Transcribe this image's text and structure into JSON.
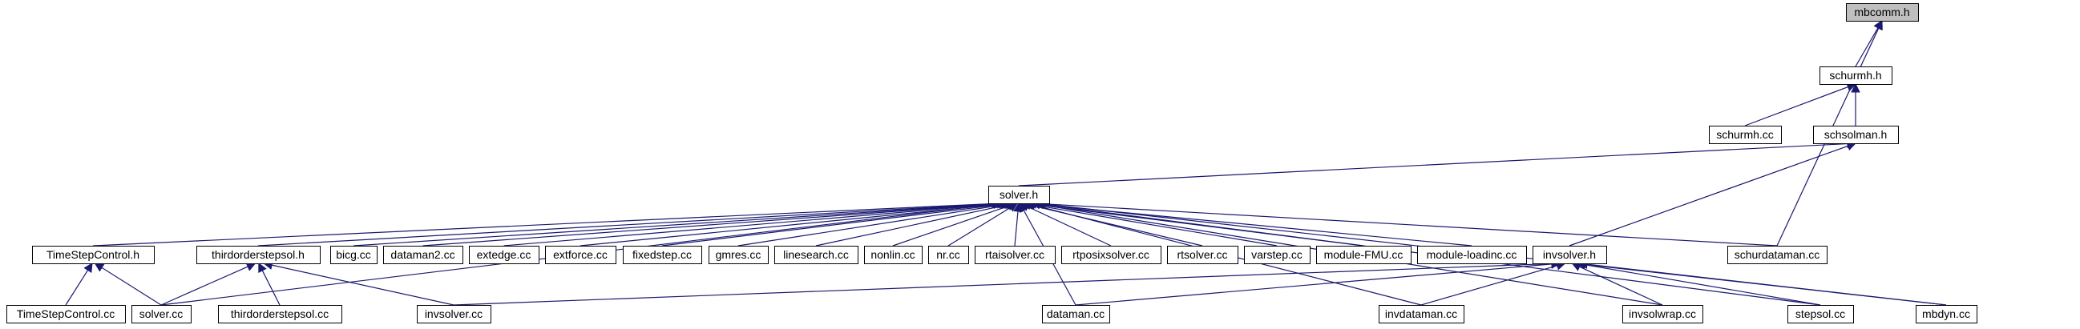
{
  "graph": {
    "nodes": [
      {
        "id": "mbcomm_h",
        "label": "mbcomm.h",
        "root": true
      },
      {
        "id": "schurmh_h",
        "label": "schurmh.h"
      },
      {
        "id": "schurmh_cc",
        "label": "schurmh.cc"
      },
      {
        "id": "schsolman_h",
        "label": "schsolman.h"
      },
      {
        "id": "solver_h",
        "label": "solver.h"
      },
      {
        "id": "TimeStepControl_h",
        "label": "TimeStepControl.h"
      },
      {
        "id": "thirdorderstepsol_h",
        "label": "thirdorderstepsol.h"
      },
      {
        "id": "bicg_cc",
        "label": "bicg.cc"
      },
      {
        "id": "dataman2_cc",
        "label": "dataman2.cc"
      },
      {
        "id": "extedge_cc",
        "label": "extedge.cc"
      },
      {
        "id": "extforce_cc",
        "label": "extforce.cc"
      },
      {
        "id": "fixedstep_cc",
        "label": "fixedstep.cc"
      },
      {
        "id": "gmres_cc",
        "label": "gmres.cc"
      },
      {
        "id": "linesearch_cc",
        "label": "linesearch.cc"
      },
      {
        "id": "nonlin_cc",
        "label": "nonlin.cc"
      },
      {
        "id": "nr_cc",
        "label": "nr.cc"
      },
      {
        "id": "rtaisolver_cc",
        "label": "rtaisolver.cc"
      },
      {
        "id": "rtposixsolver_cc",
        "label": "rtposixsolver.cc"
      },
      {
        "id": "rtsolver_cc",
        "label": "rtsolver.cc"
      },
      {
        "id": "varstep_cc",
        "label": "varstep.cc"
      },
      {
        "id": "module_FMU_cc",
        "label": "module-FMU.cc"
      },
      {
        "id": "module_loadinc_cc",
        "label": "module-loadinc.cc"
      },
      {
        "id": "invsolver_h",
        "label": "invsolver.h"
      },
      {
        "id": "schurdataman_cc",
        "label": "schurdataman.cc"
      },
      {
        "id": "TimeStepControl_cc",
        "label": "TimeStepControl.cc"
      },
      {
        "id": "solver_cc",
        "label": "solver.cc"
      },
      {
        "id": "thirdorderstepsol_cc",
        "label": "thirdorderstepsol.cc"
      },
      {
        "id": "invsolver_cc",
        "label": "invsolver.cc"
      },
      {
        "id": "dataman_cc",
        "label": "dataman.cc"
      },
      {
        "id": "invdataman_cc",
        "label": "invdataman.cc"
      },
      {
        "id": "invsolwrap_cc",
        "label": "invsolwrap.cc"
      },
      {
        "id": "stepsol_cc",
        "label": "stepsol.cc"
      },
      {
        "id": "mbdyn_cc",
        "label": "mbdyn.cc"
      }
    ],
    "edges": [
      {
        "from": "schurmh_h",
        "to": "mbcomm_h"
      },
      {
        "from": "schurdataman_cc",
        "to": "mbcomm_h"
      },
      {
        "from": "schurmh_cc",
        "to": "schurmh_h"
      },
      {
        "from": "schsolman_h",
        "to": "schurmh_h"
      },
      {
        "from": "solver_h",
        "to": "schsolman_h"
      },
      {
        "from": "invsolver_h",
        "to": "schsolman_h"
      },
      {
        "from": "TimeStepControl_h",
        "to": "solver_h"
      },
      {
        "from": "thirdorderstepsol_h",
        "to": "solver_h"
      },
      {
        "from": "bicg_cc",
        "to": "solver_h"
      },
      {
        "from": "dataman2_cc",
        "to": "solver_h"
      },
      {
        "from": "extedge_cc",
        "to": "solver_h"
      },
      {
        "from": "extforce_cc",
        "to": "solver_h"
      },
      {
        "from": "fixedstep_cc",
        "to": "solver_h"
      },
      {
        "from": "gmres_cc",
        "to": "solver_h"
      },
      {
        "from": "linesearch_cc",
        "to": "solver_h"
      },
      {
        "from": "nonlin_cc",
        "to": "solver_h"
      },
      {
        "from": "nr_cc",
        "to": "solver_h"
      },
      {
        "from": "rtaisolver_cc",
        "to": "solver_h"
      },
      {
        "from": "rtposixsolver_cc",
        "to": "solver_h"
      },
      {
        "from": "rtsolver_cc",
        "to": "solver_h"
      },
      {
        "from": "varstep_cc",
        "to": "solver_h"
      },
      {
        "from": "module_FMU_cc",
        "to": "solver_h"
      },
      {
        "from": "module_loadinc_cc",
        "to": "solver_h"
      },
      {
        "from": "schurdataman_cc",
        "to": "solver_h"
      },
      {
        "from": "solver_cc",
        "to": "solver_h"
      },
      {
        "from": "dataman_cc",
        "to": "solver_h"
      },
      {
        "from": "invdataman_cc",
        "to": "solver_h"
      },
      {
        "from": "invsolwrap_cc",
        "to": "solver_h"
      },
      {
        "from": "stepsol_cc",
        "to": "solver_h"
      },
      {
        "from": "mbdyn_cc",
        "to": "solver_h"
      },
      {
        "from": "TimeStepControl_cc",
        "to": "TimeStepControl_h"
      },
      {
        "from": "solver_cc",
        "to": "TimeStepControl_h"
      },
      {
        "from": "solver_cc",
        "to": "thirdorderstepsol_h"
      },
      {
        "from": "thirdorderstepsol_cc",
        "to": "thirdorderstepsol_h"
      },
      {
        "from": "invsolver_cc",
        "to": "thirdorderstepsol_h"
      },
      {
        "from": "invsolver_cc",
        "to": "invsolver_h"
      },
      {
        "from": "dataman_cc",
        "to": "invsolver_h"
      },
      {
        "from": "invdataman_cc",
        "to": "invsolver_h"
      },
      {
        "from": "invsolwrap_cc",
        "to": "invsolver_h"
      },
      {
        "from": "stepsol_cc",
        "to": "invsolver_h"
      },
      {
        "from": "mbdyn_cc",
        "to": "invsolver_h"
      }
    ],
    "colors": {
      "edge": "#191970",
      "node_border": "#000000",
      "root_fill": "#bfbfbf",
      "node_fill": "#ffffff"
    }
  }
}
